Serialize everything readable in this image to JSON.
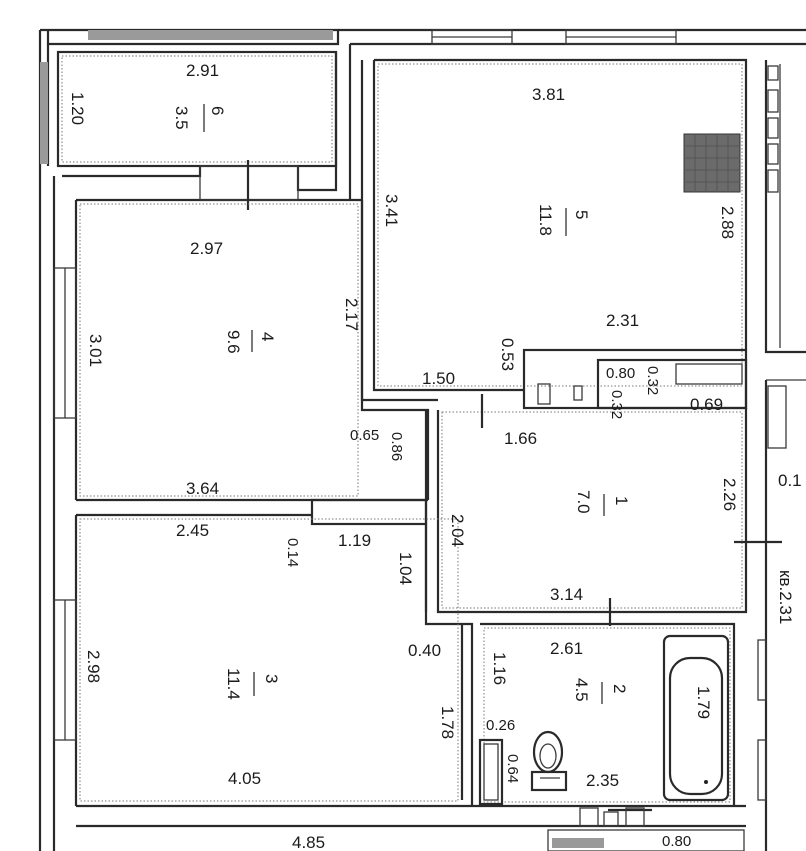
{
  "rooms": {
    "r6": {
      "num": "6",
      "area": "3.5",
      "d1": "2.91",
      "d2": "1.20"
    },
    "r5": {
      "num": "5",
      "area": "11.8",
      "d1": "3.81",
      "d2": "3.41",
      "d3": "2.88",
      "d4": "2.31",
      "d5": "0.53",
      "d6": "1.50"
    },
    "r4": {
      "num": "4",
      "area": "9.6",
      "d1": "2.97",
      "d2": "3.01",
      "d3": "2.17",
      "d4": "3.64",
      "d5": "0.65",
      "d6": "0.86"
    },
    "r1": {
      "num": "1",
      "area": "7.0",
      "d1": "1.66",
      "d2": "2.04",
      "d3": "2.26",
      "d4": "3.14",
      "d5": "0.69",
      "d6": "0.80",
      "d7": "0.32",
      "d8": "0.32"
    },
    "r3": {
      "num": "3",
      "area": "11.4",
      "d1": "2.45",
      "d2": "0.14",
      "d3": "1.19",
      "d4": "1.04",
      "d5": "2.98",
      "d6": "0.40",
      "d7": "1.78",
      "d8": "4.05"
    },
    "r2": {
      "num": "2",
      "area": "4.5",
      "d1": "2.61",
      "d2": "1.16",
      "d3": "1.79",
      "d4": "0.26",
      "d5": "0.64",
      "d6": "2.35"
    }
  },
  "edge": {
    "a": "0.1",
    "b": "кв.2.31",
    "c": "4.85",
    "d": "0.80"
  }
}
